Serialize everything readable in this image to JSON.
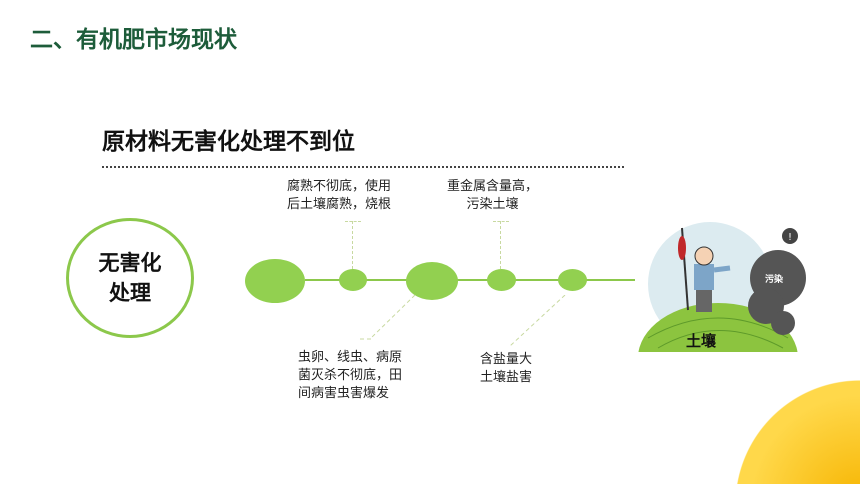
{
  "title": "二、有机肥市场现状",
  "subtitle": "原材料无害化处理不到位",
  "center": {
    "line1": "无害化",
    "line2": "处理"
  },
  "notes": {
    "top1": [
      "腐熟不彻底，使用",
      "后土壤腐熟，烧根"
    ],
    "top2": [
      "重金属含量高，",
      "污染土壤"
    ],
    "bottom1": [
      "虫卵、线虫、病原",
      "菌灭杀不彻底，田",
      "间病害虫害爆发"
    ],
    "bottom2": [
      "含盐量大",
      "土壤盐害"
    ]
  },
  "illustration": {
    "soil_label": "土壤",
    "cloud_label": "污染"
  },
  "colors": {
    "accent": "#92d050",
    "title": "#1d5c3a",
    "deco": "#f6b400"
  }
}
